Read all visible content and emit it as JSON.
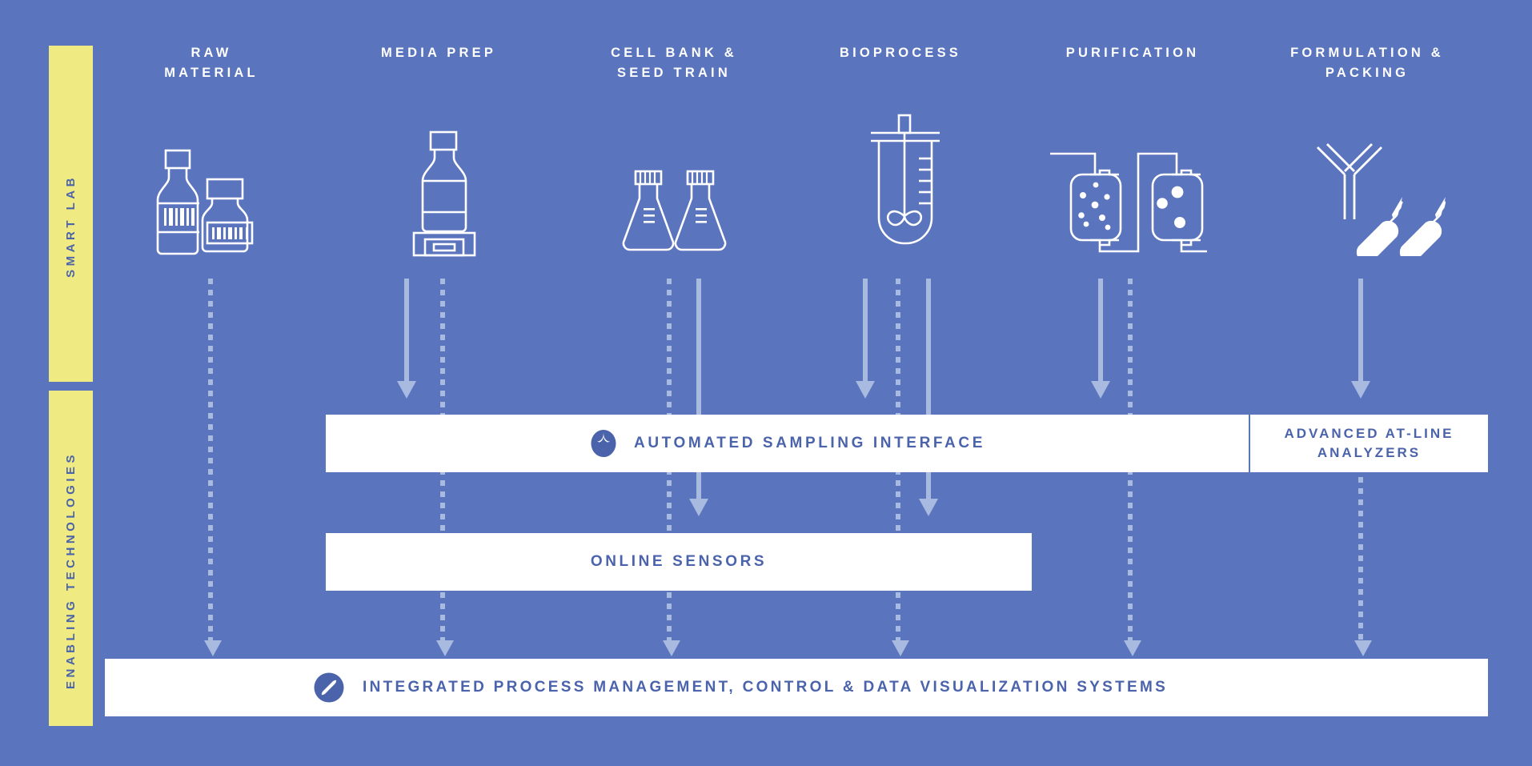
{
  "theme": {
    "background": "#5a74bd",
    "rail": "#f0ea82",
    "rail_text": "#4a63ab",
    "band_bg": "#ffffff",
    "band_text": "#4a63ab",
    "connector": "#a8bae0",
    "icon_stroke": "#ffffff"
  },
  "rails": [
    {
      "id": "smart-lab",
      "label": "SMART LAB"
    },
    {
      "id": "enabling-technologies",
      "label": "ENABLING TECHNOLOGIES"
    }
  ],
  "columns": [
    {
      "id": "raw-material",
      "label": "RAW\nMATERIAL",
      "icon": "bottle-and-jar-with-barcode-icon"
    },
    {
      "id": "media-prep",
      "label": "MEDIA PREP",
      "icon": "bottle-on-scale-icon"
    },
    {
      "id": "cell-bank-seed-train",
      "label": "CELL BANK &\nSEED TRAIN",
      "icon": "two-erlenmeyer-flasks-icon"
    },
    {
      "id": "bioprocess",
      "label": "BIOPROCESS",
      "icon": "bioreactor-with-impeller-icon"
    },
    {
      "id": "purification",
      "label": "PURIFICATION",
      "icon": "chromatography-columns-icon"
    },
    {
      "id": "formulation-packing",
      "label": "FORMULATION &\nPACKING",
      "icon": "antibody-and-ampoules-icon"
    }
  ],
  "bands": {
    "sampling": {
      "label": "AUTOMATED SAMPLING INTERFACE",
      "icon": "four-point-star-circle-icon"
    },
    "analyzers": {
      "label": "ADVANCED AT-LINE\nANALYZERS"
    },
    "online": {
      "label": "ONLINE SENSORS"
    },
    "integrated": {
      "label": "INTEGRATED PROCESS MANAGEMENT, CONTROL & DATA VISUALIZATION SYSTEMS",
      "icon": "slashed-circle-icon"
    }
  },
  "connectors": [
    {
      "id": "raw-material-dotted-to-integrated",
      "style": "dotted",
      "column": "raw-material"
    },
    {
      "id": "media-prep-solid-to-sampling",
      "style": "solid",
      "column": "media-prep"
    },
    {
      "id": "media-prep-dotted-to-integrated",
      "style": "dotted",
      "column": "media-prep"
    },
    {
      "id": "cell-bank-dotted-to-integrated",
      "style": "dotted",
      "column": "cell-bank-seed-train"
    },
    {
      "id": "cell-bank-solid-to-online",
      "style": "solid",
      "column": "cell-bank-seed-train"
    },
    {
      "id": "bioprocess-solid-to-sampling",
      "style": "solid",
      "column": "bioprocess"
    },
    {
      "id": "bioprocess-dotted-to-integrated",
      "style": "dotted",
      "column": "bioprocess"
    },
    {
      "id": "bioprocess-solid-to-online",
      "style": "solid",
      "column": "bioprocess"
    },
    {
      "id": "purification-solid-to-sampling",
      "style": "solid",
      "column": "purification"
    },
    {
      "id": "purification-dotted-to-integrated",
      "style": "dotted",
      "column": "purification"
    },
    {
      "id": "formulation-solid-to-analyzers",
      "style": "solid",
      "column": "formulation-packing"
    },
    {
      "id": "formulation-dotted-to-integrated",
      "style": "dotted",
      "column": "formulation-packing"
    }
  ]
}
